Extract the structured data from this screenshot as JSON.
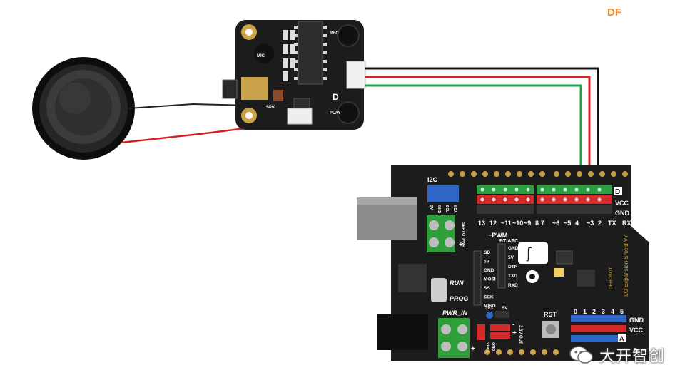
{
  "brand": {
    "text": "DF",
    "color": "#f08c2a"
  },
  "watermark": {
    "text": "大开智创",
    "icon": "wechat-icon"
  },
  "player_module": {
    "labels": {
      "rec": "REC",
      "play": "PLAY",
      "d": "D",
      "mic": "MIC",
      "spk": "SPK"
    }
  },
  "shield": {
    "i2c": "I2C",
    "pwm": "~PWM",
    "bt": "BT/APC",
    "digital_top": [
      "13",
      "12",
      "~11",
      "~10",
      "~9",
      "8",
      "7",
      "~6",
      "~5",
      "4",
      "~3",
      "2",
      "TX",
      "RX"
    ],
    "rail_labels": {
      "d": "D",
      "vcc": "VCC",
      "gnd": "GND"
    },
    "i2c_pins": [
      "5V",
      "GND",
      "SCL",
      "SDA"
    ],
    "servo_pwr": "SERVO_PWR",
    "bt_pins": [
      "GND",
      "5V",
      "DTR",
      "TXD",
      "RXD"
    ],
    "spi_pins": [
      "SD",
      "5V",
      "GND",
      "MOSI",
      "SS",
      "SCK",
      "MISO"
    ],
    "run": "RUN",
    "prog": "PROG",
    "pwr_in": "PWR_IN",
    "rst": "RST",
    "v3v3": "3V3",
    "v5v": "5V",
    "out": "3.3V OUT",
    "vin": "VIN",
    "gnd": "GND",
    "analog_top": [
      "0",
      "1",
      "2",
      "3",
      "4",
      "5"
    ],
    "analog_rails": {
      "gnd": "GND",
      "vcc": "VCC",
      "a": "A"
    },
    "title": "I/O Expansion Shield V7",
    "logo": "DFROBOT",
    "plus": "+",
    "minus": "-"
  },
  "colors": {
    "board": "#1f1f1f",
    "wire_black": "#111111",
    "wire_red": "#d42020",
    "wire_green": "#1fa04a",
    "header_green": "#28a040",
    "header_red": "#d42a2a",
    "header_blue": "#2f66c8",
    "terminal_green": "#2e9e38"
  }
}
